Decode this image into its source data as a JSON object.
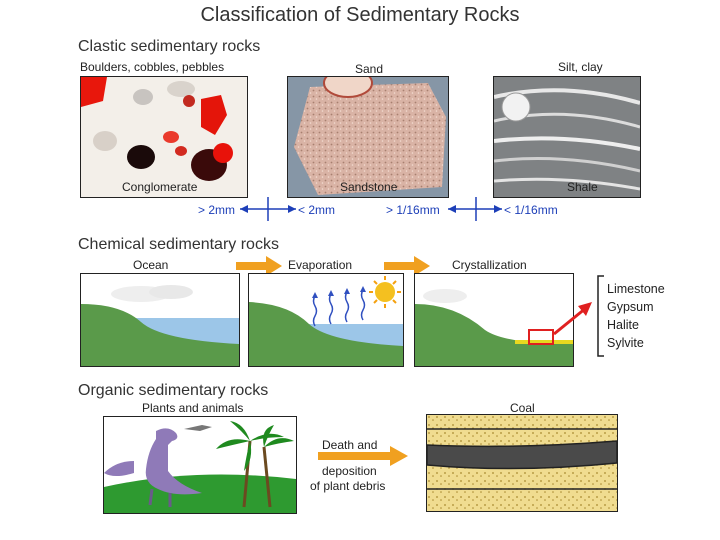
{
  "title": "Classification of Sedimentary Rocks",
  "clastic": {
    "heading": "Clastic sedimentary rocks",
    "columns": [
      {
        "header": "Boulders, cobbles, pebbles",
        "rock": "Conglomerate"
      },
      {
        "header": "Sand",
        "rock": "Sandstone"
      },
      {
        "header": "Silt, clay",
        "rock": "Shale"
      }
    ],
    "sizes": [
      "> 2mm",
      "< 2mm",
      "> 1/16mm",
      "< 1/16mm"
    ]
  },
  "chemical": {
    "heading": "Chemical sedimentary rocks",
    "stages": [
      "Ocean",
      "Evaporation",
      "Crystallization"
    ],
    "products": [
      "Limestone",
      "Gypsum",
      "Halite",
      "Sylvite"
    ]
  },
  "organic": {
    "heading": "Organic sedimentary rocks",
    "source_label": "Plants and animals",
    "process_line1": "Death and",
    "process_line2": "deposition",
    "process_line3": "of plant debris",
    "result_label": "Coal"
  },
  "colors": {
    "arrow_orange": "#f0a020",
    "size_blue": "#1d3fb8",
    "product_red": "#e02020",
    "hill_green": "#5a9a4a",
    "water_blue": "#9cc6e8",
    "coal_sand": "#f0dc90"
  }
}
